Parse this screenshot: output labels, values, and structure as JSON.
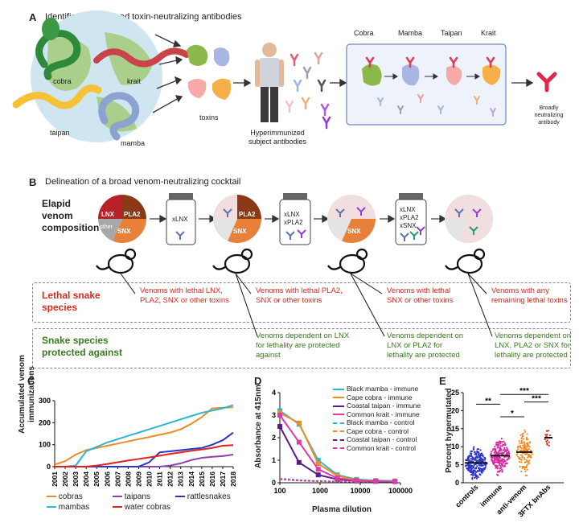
{
  "panelA": {
    "letter": "A",
    "title": "Identification of broad toxin-neutralizing antibodies",
    "snakes": [
      "cobra",
      "krait",
      "taipan",
      "mamba"
    ],
    "toxins_label": "toxins",
    "subject_label": "Hyperimmunized subject antibodies",
    "species": [
      "Cobra",
      "Mamba",
      "Taipan",
      "Krait"
    ],
    "result_label": "Broadly neutralizing antibody"
  },
  "panelB": {
    "letter": "B",
    "title": "Delineation of a broad venom-neutralizing cocktail",
    "composition_label": "Elapid venom composition",
    "pie1": [
      "LNX",
      "PLA2",
      "SNX",
      "other"
    ],
    "pie2": [
      "PLA2",
      "SNX"
    ],
    "pie3": [
      "SNX"
    ],
    "vial1": [
      "xLNX"
    ],
    "vial2": [
      "xLNX",
      "xPLA2"
    ],
    "vial3": [
      "xLNX",
      "xPLA2",
      "xSNX"
    ],
    "lethal_label": "Lethal snake species",
    "protected_label": "Snake species protected against",
    "lethal_texts": [
      "Venoms with lethal LNX, PLA2, SNX or other toxins",
      "Venoms with lethal PLA2, SNX or other toxins",
      "Venoms with lethal SNX or other toxins",
      "Venoms with any remaining lethal toxins"
    ],
    "protected_texts": [
      "Venoms dependent on LNX for lethality are protected against",
      "Venoms dependent on LNX or PLA2 for lethality are protected",
      "Venoms dependent on LNX, PLA2 or SNX for lethality are protected"
    ]
  },
  "panelC": {
    "letter": "C",
    "chart_data": {
      "type": "line",
      "ylabel": "Accumulated venom immunizations",
      "x": [
        "2001",
        "2002",
        "2003",
        "2004",
        "2005",
        "2006",
        "2007",
        "2008",
        "2009",
        "2010",
        "2011",
        "2012",
        "2013",
        "2014",
        "2015",
        "2016",
        "2017",
        "2018"
      ],
      "ylim": [
        0,
        300
      ],
      "yticks": [
        0,
        100,
        200,
        300
      ],
      "series": [
        {
          "name": "cobras",
          "color": "#f08a24",
          "values": [
            10,
            25,
            55,
            75,
            85,
            95,
            105,
            115,
            125,
            135,
            145,
            155,
            170,
            195,
            225,
            265,
            268,
            270
          ]
        },
        {
          "name": "mambas",
          "color": "#2ab7d6",
          "values": [
            0,
            0,
            5,
            70,
            90,
            110,
            125,
            140,
            155,
            170,
            185,
            200,
            215,
            230,
            245,
            255,
            265,
            280
          ]
        },
        {
          "name": "taipans",
          "color": "#8b3fb8",
          "values": [
            0,
            0,
            0,
            0,
            0,
            0,
            0,
            0,
            0,
            0,
            0,
            5,
            15,
            30,
            40,
            45,
            48,
            55
          ]
        },
        {
          "name": "rattlesnakes",
          "color": "#2b36c6",
          "values": [
            0,
            0,
            0,
            0,
            0,
            0,
            0,
            0,
            0,
            20,
            65,
            70,
            75,
            80,
            85,
            100,
            120,
            155
          ]
        },
        {
          "name": "water cobras",
          "color": "#e0221e",
          "values": [
            0,
            0,
            0,
            0,
            5,
            12,
            20,
            28,
            35,
            42,
            50,
            58,
            65,
            72,
            78,
            85,
            95,
            98
          ]
        }
      ]
    }
  },
  "panelD": {
    "letter": "D",
    "chart_data": {
      "type": "line",
      "xlabel": "Plasma dilution",
      "ylabel": "Absorbance at 415nm",
      "xscale": "log",
      "x": [
        100,
        300,
        900,
        2700,
        8100,
        24300,
        72900
      ],
      "xticks": [
        "100",
        "1000",
        "10000",
        "100000"
      ],
      "ylim": [
        0,
        4
      ],
      "yticks": [
        0,
        1,
        2,
        3,
        4
      ],
      "series": [
        {
          "name": "Black mamba - immune",
          "color": "#2ab7d6",
          "style": "solid",
          "values": [
            3.2,
            2.6,
            1.0,
            0.35,
            0.15,
            0.1,
            0.08
          ]
        },
        {
          "name": "Cape cobra - immune",
          "color": "#f08a24",
          "style": "solid",
          "values": [
            3.1,
            2.65,
            0.85,
            0.3,
            0.12,
            0.08,
            0.06
          ]
        },
        {
          "name": "Coastal taipan - immune",
          "color": "#5a1a8a",
          "style": "solid",
          "values": [
            2.5,
            0.9,
            0.35,
            0.15,
            0.08,
            0.06,
            0.05
          ]
        },
        {
          "name": "Common krait - immune",
          "color": "#e03aa6",
          "style": "solid",
          "values": [
            3.0,
            1.8,
            0.6,
            0.2,
            0.1,
            0.07,
            0.05
          ]
        },
        {
          "name": "Black mamba - control",
          "color": "#2ab7d6",
          "style": "dashed",
          "values": [
            0.2,
            0.12,
            0.08,
            0.06,
            0.05,
            0.05,
            0.05
          ]
        },
        {
          "name": "Cape cobra - control",
          "color": "#f08a24",
          "style": "dashed",
          "values": [
            0.18,
            0.1,
            0.07,
            0.05,
            0.05,
            0.05,
            0.05
          ]
        },
        {
          "name": "Coastal taipan - control",
          "color": "#5a1a8a",
          "style": "dashed",
          "values": [
            0.15,
            0.1,
            0.07,
            0.05,
            0.05,
            0.05,
            0.05
          ]
        },
        {
          "name": "Common krait - control",
          "color": "#e03aa6",
          "style": "dashed",
          "values": [
            0.15,
            0.09,
            0.06,
            0.05,
            0.05,
            0.05,
            0.05
          ]
        }
      ]
    }
  },
  "panelE": {
    "letter": "E",
    "chart_data": {
      "type": "scatter",
      "ylabel": "Percent hypermutated",
      "categories": [
        "controls",
        "immune",
        "anti-venom",
        "3FTX bnAbs"
      ],
      "colors": [
        "#2b36c6",
        "#d62aa0",
        "#f08a24",
        "#d62a1e"
      ],
      "medians": [
        5.5,
        7.5,
        8.5,
        12.5
      ],
      "ylim": [
        0,
        25
      ],
      "yticks": [
        0,
        5,
        10,
        15,
        20,
        25
      ],
      "significance": [
        "**",
        "*",
        "***",
        "***"
      ]
    }
  }
}
